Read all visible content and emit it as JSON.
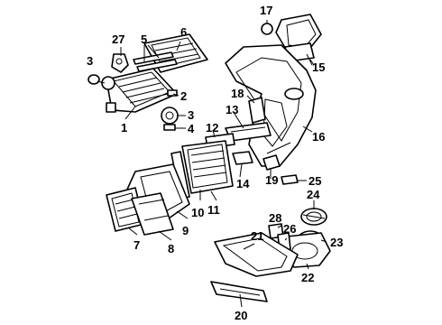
{
  "callouts": {
    "c1": "1",
    "c2": "2",
    "c3a": "3",
    "c3b": "3",
    "c4": "4",
    "c5": "5",
    "c6": "6",
    "c7": "7",
    "c8": "8",
    "c9": "9",
    "c10": "10",
    "c11": "11",
    "c12": "12",
    "c13": "13",
    "c14": "14",
    "c15": "15",
    "c16": "16",
    "c17": "17",
    "c18": "18",
    "c19": "19",
    "c20": "20",
    "c21": "21",
    "c22": "22",
    "c23": "23",
    "c24": "24",
    "c25": "25",
    "c26": "26",
    "c27": "27",
    "c28": "28"
  }
}
